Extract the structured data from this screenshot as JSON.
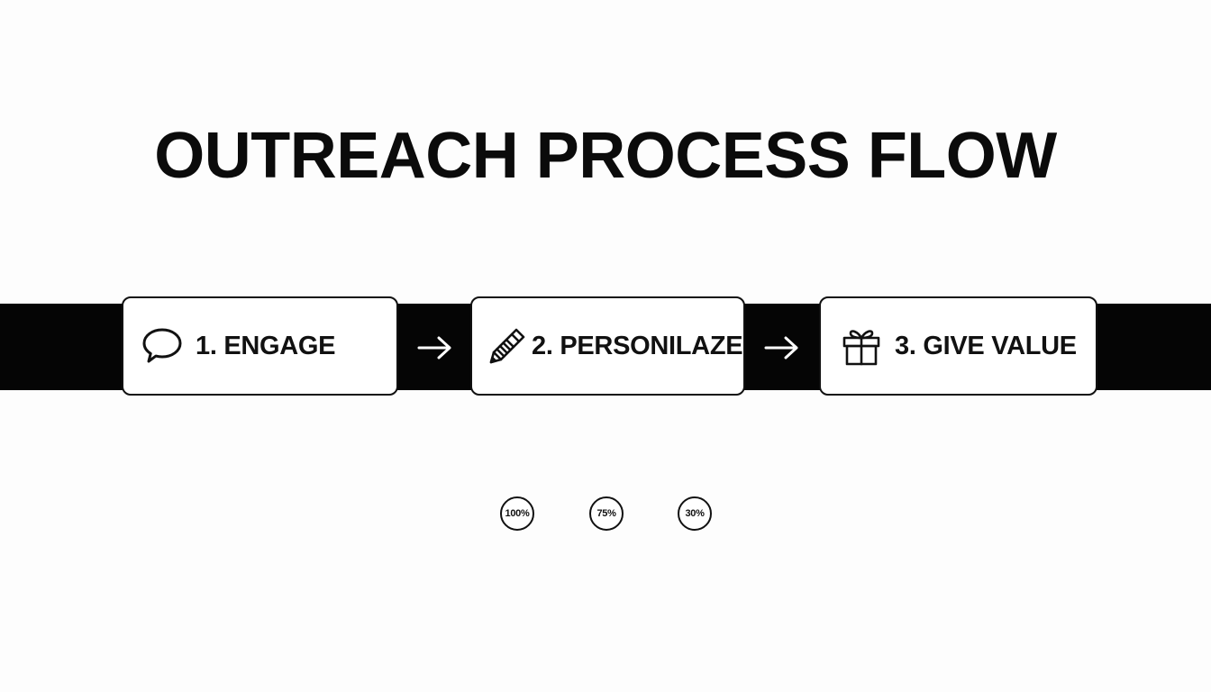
{
  "title": "OUTREACH PROCESS FLOW",
  "steps": [
    {
      "label": "1. ENGAGE",
      "icon": "speech-bubble-icon"
    },
    {
      "label": "2. PERSONILAZE",
      "icon": "pencil-icon"
    },
    {
      "label": "3. GIVE VALUE",
      "icon": "gift-icon"
    }
  ],
  "connectors": [
    "arrow-right-icon",
    "arrow-right-icon"
  ],
  "metrics": [
    "100%",
    "75%",
    "30%"
  ],
  "colors": {
    "background": "#fdfdfd",
    "band": "#050505",
    "box": "#ffffff",
    "ink": "#111111"
  }
}
